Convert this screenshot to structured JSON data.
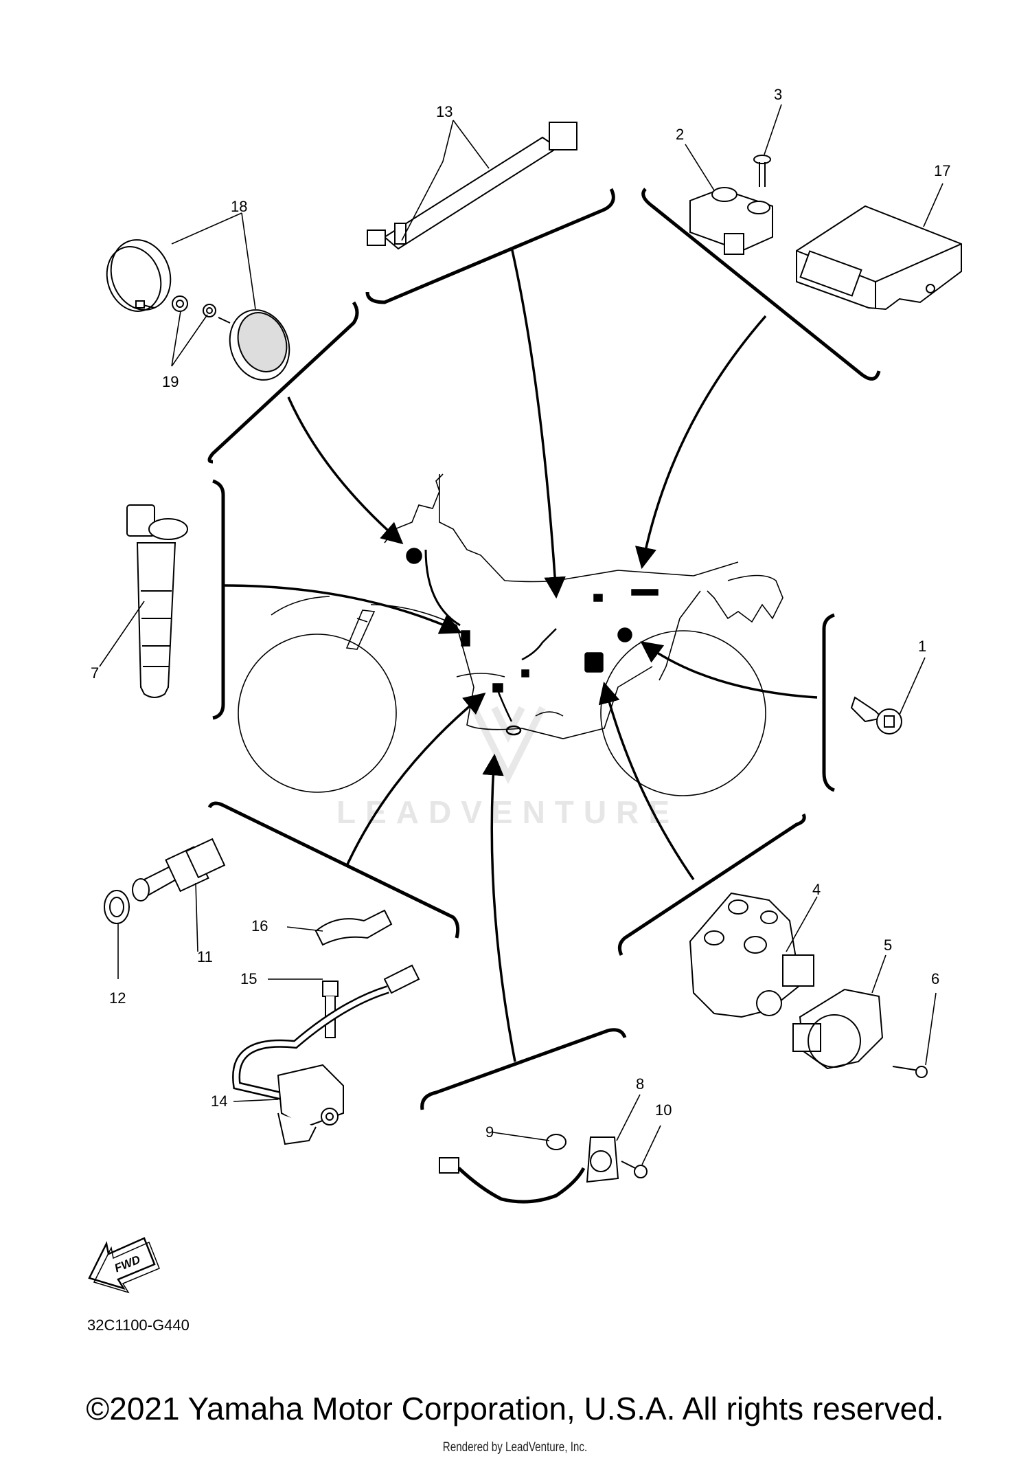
{
  "labels": {
    "l1": "1",
    "l2": "2",
    "l3": "3",
    "l4": "4",
    "l5": "5",
    "l6": "6",
    "l7": "7",
    "l8": "8",
    "l9": "9",
    "l10": "10",
    "l11": "11",
    "l12": "12",
    "l13": "13",
    "l14": "14",
    "l15": "15",
    "l16": "16",
    "l17": "17",
    "l18": "18",
    "l19": "19"
  },
  "diagram_code": "32C1100-G440",
  "fwd_badge": "FWD",
  "watermark": "LEADVENTURE",
  "copyright": "©2021 Yamaha Motor Corporation, U.S.A. All rights reserved.",
  "rendered_by": "Rendered by LeadVenture, Inc."
}
